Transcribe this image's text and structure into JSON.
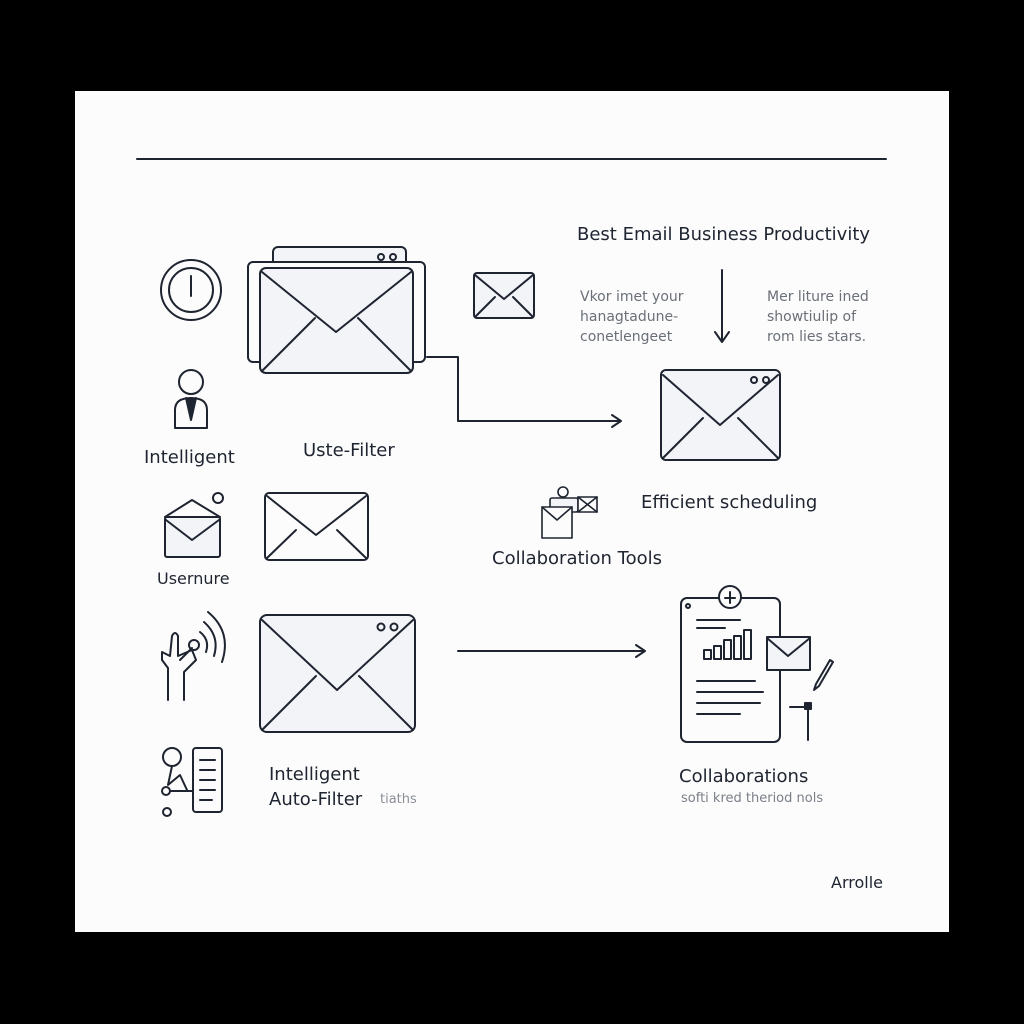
{
  "title": "Best Email Business Productivity",
  "notes": {
    "left": [
      "Vkor imet your",
      "hanagtadune-",
      "conetlengeet"
    ],
    "right": [
      "Mer liture ined",
      "showtiulip of",
      "rom lies stars."
    ]
  },
  "labels": {
    "intelligent": "Intelligent",
    "uste_filter": "Uste-Filter",
    "efficient_scheduling": "Efficient scheduling",
    "usernure": "Usernure",
    "collaboration_tools": "Collaboration Tools",
    "intelligent_2": "Intelligent",
    "auto_filter": "Auto-Filter",
    "auto_filter_suffix": "tiaths",
    "collaborations": "Collaborations",
    "collaborations_sub": "softi kred theriod nols",
    "footer": "Arrolle"
  },
  "colors": {
    "stroke": "#1e2430",
    "fill": "#f2f4f8",
    "background": "#fcfcfc"
  }
}
